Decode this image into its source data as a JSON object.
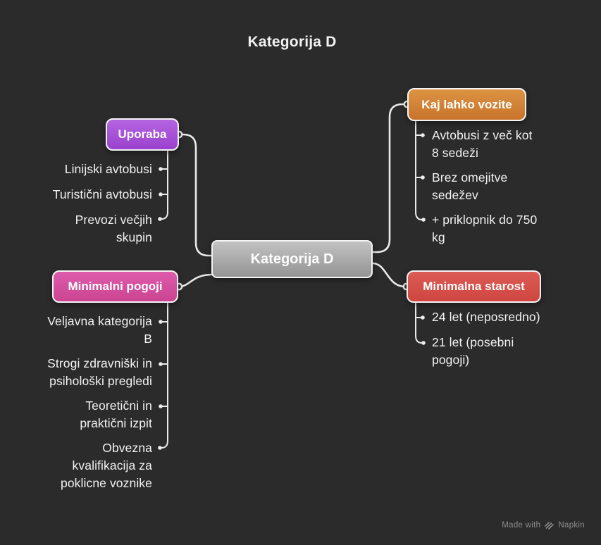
{
  "page": {
    "title": "Kategorija D",
    "background_color": "#2b2b2b",
    "text_color": "#f2f2f2",
    "connector_color": "#e9e9e9"
  },
  "diagram": {
    "center": {
      "label": "Kategorija D",
      "color_top": "#c2c2c2",
      "color_bottom": "#949494"
    },
    "branches": [
      {
        "label": "Uporaba",
        "color_top": "#b464e0",
        "color_bottom": "#9a41ce",
        "items": [
          "Linijski avtobusi",
          "Turistični avtobusi",
          "Prevozi večjih\nskupin"
        ]
      },
      {
        "label": "Kaj lahko vozite",
        "color_top": "#dd9343",
        "color_bottom": "#c8732a",
        "items": [
          "Avtobusi z več kot\n8 sedeži",
          "Brez omejitve\nsedežev",
          "+ priklopnik do 750\nkg"
        ]
      },
      {
        "label": "Minimalni pogoji",
        "color_top": "#dc5cab",
        "color_bottom": "#cb4491",
        "items": [
          "Veljavna kategorija\nB",
          "Strogi zdravniški in\npsihološki pregledi",
          "Teoretični in\npraktični izpit",
          "Obvezna\nkvalifikacija za\npoklicne voznike"
        ]
      },
      {
        "label": "Minimalna starost",
        "color_top": "#dc5b55",
        "color_bottom": "#cf4641",
        "items": [
          "24 let (neposredno)",
          "21 let (posebni\npogoji)"
        ]
      }
    ]
  },
  "watermark": {
    "prefix": "Made with",
    "brand": "Napkin"
  }
}
